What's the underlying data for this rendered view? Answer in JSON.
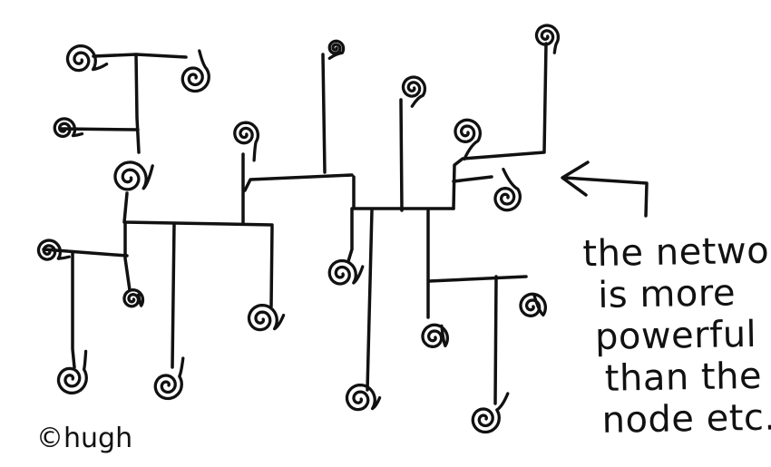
{
  "caption": {
    "lines": [
      "the network",
      "is more",
      "powerful",
      "than the",
      "node etc."
    ]
  },
  "signature": "©hugh",
  "colors": {
    "ink": "#111111",
    "paper": "#ffffff"
  },
  "icons": {
    "nodes": "swirl-icon",
    "pointer": "arrow-left-icon"
  }
}
